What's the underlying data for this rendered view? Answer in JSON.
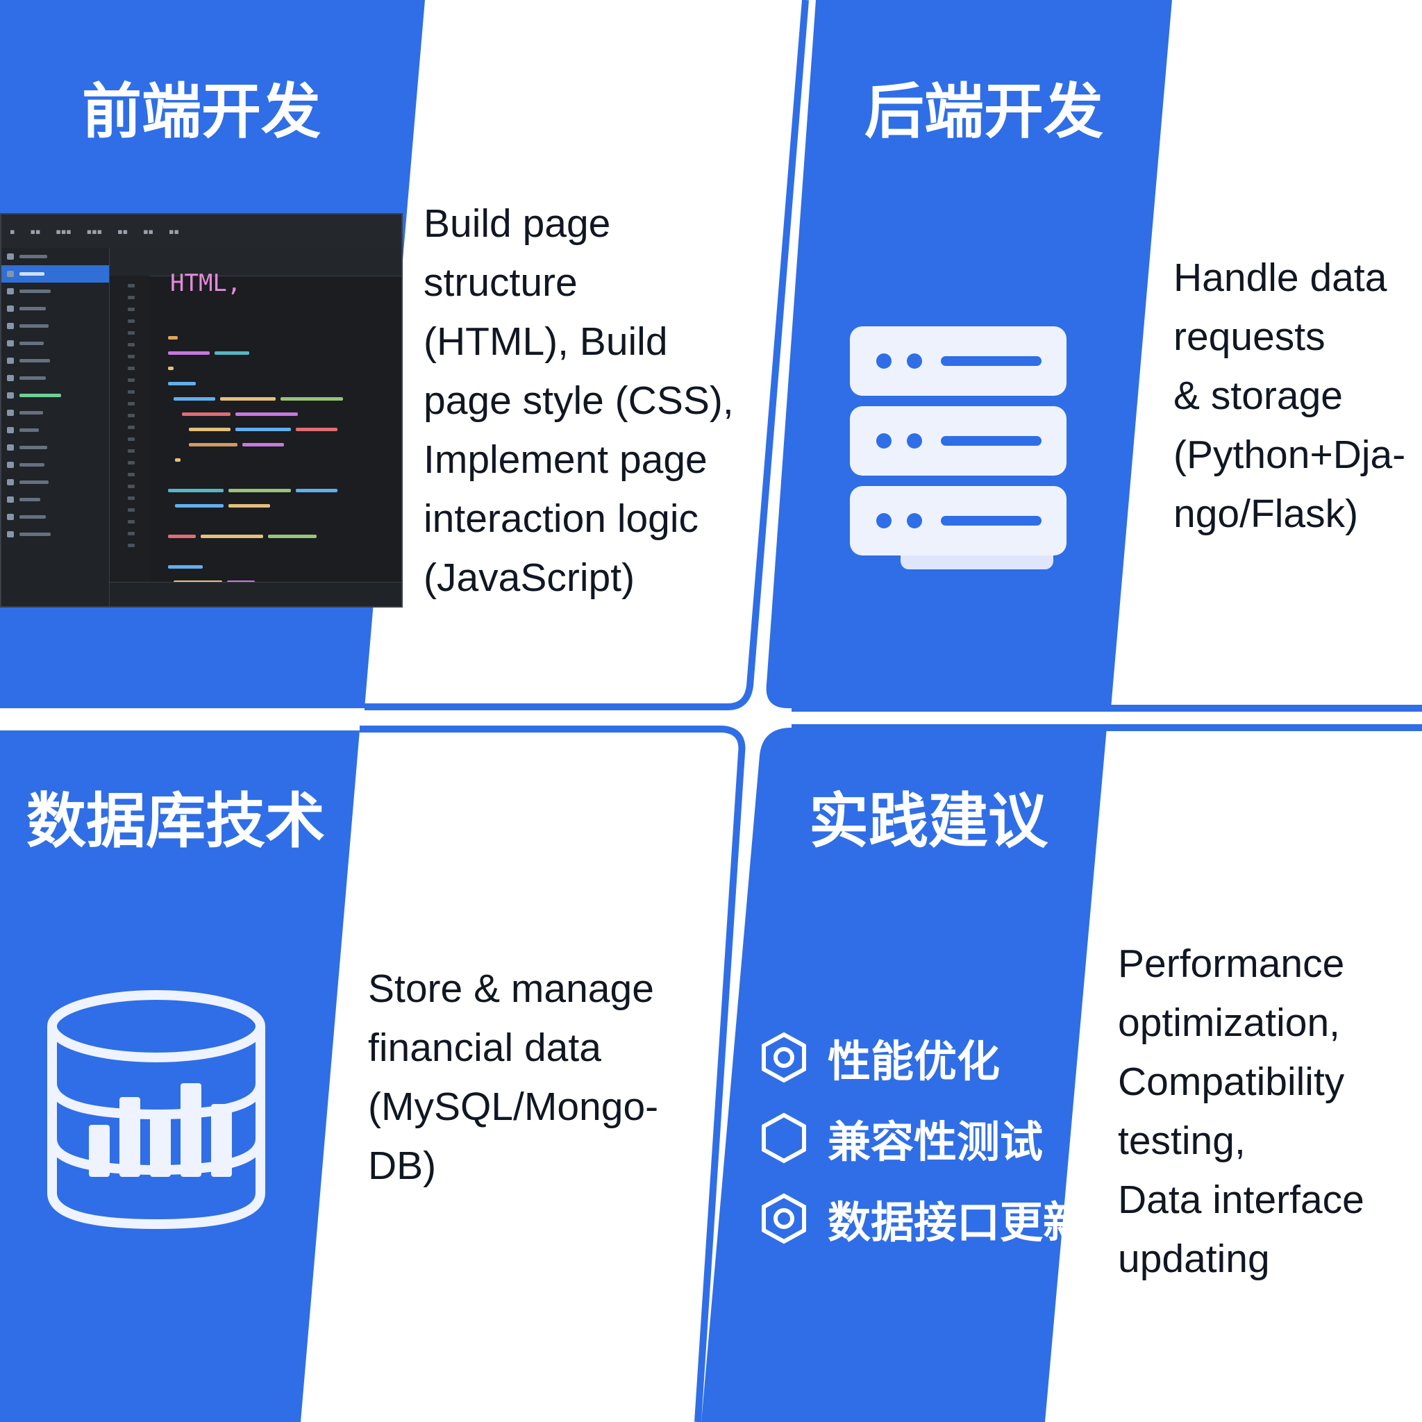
{
  "colors": {
    "accent_blue": "#2f6ee6",
    "panel_white": "#ffffff",
    "text_dark": "#111722"
  },
  "panels": {
    "frontend": {
      "title": "前端开发",
      "desc_lines": [
        "Build page",
        "structure",
        "(HTML), Build",
        "page style (CSS),",
        "Implement page",
        "interaction logic",
        "(JavaScript)"
      ],
      "image": "code-editor-screenshot",
      "editor_visible_text": "HTML,"
    },
    "backend": {
      "title": "后端开发",
      "icon": "server-stack-icon",
      "desc_lines": [
        "Handle data",
        "requests",
        "& storage",
        "(Python+Dja-",
        "ngo/Flask)"
      ]
    },
    "database": {
      "title": "数据库技术",
      "icon": "database-chart-icon",
      "desc_lines": [
        "Store & manage",
        "financial data",
        "(MySQL/Mongo-",
        "DB)"
      ]
    },
    "practice": {
      "title": "实践建议",
      "bullets": [
        {
          "icon": "hexagon-ring-icon",
          "label": "性能优化"
        },
        {
          "icon": "hexagon-icon",
          "label": "兼容性测试"
        },
        {
          "icon": "hexagon-ring-icon",
          "label": "数据接口更新"
        }
      ],
      "desc_lines": [
        "Performance",
        "optimization,",
        "Compatibility",
        "testing,",
        "Data interface",
        "updating"
      ]
    }
  }
}
